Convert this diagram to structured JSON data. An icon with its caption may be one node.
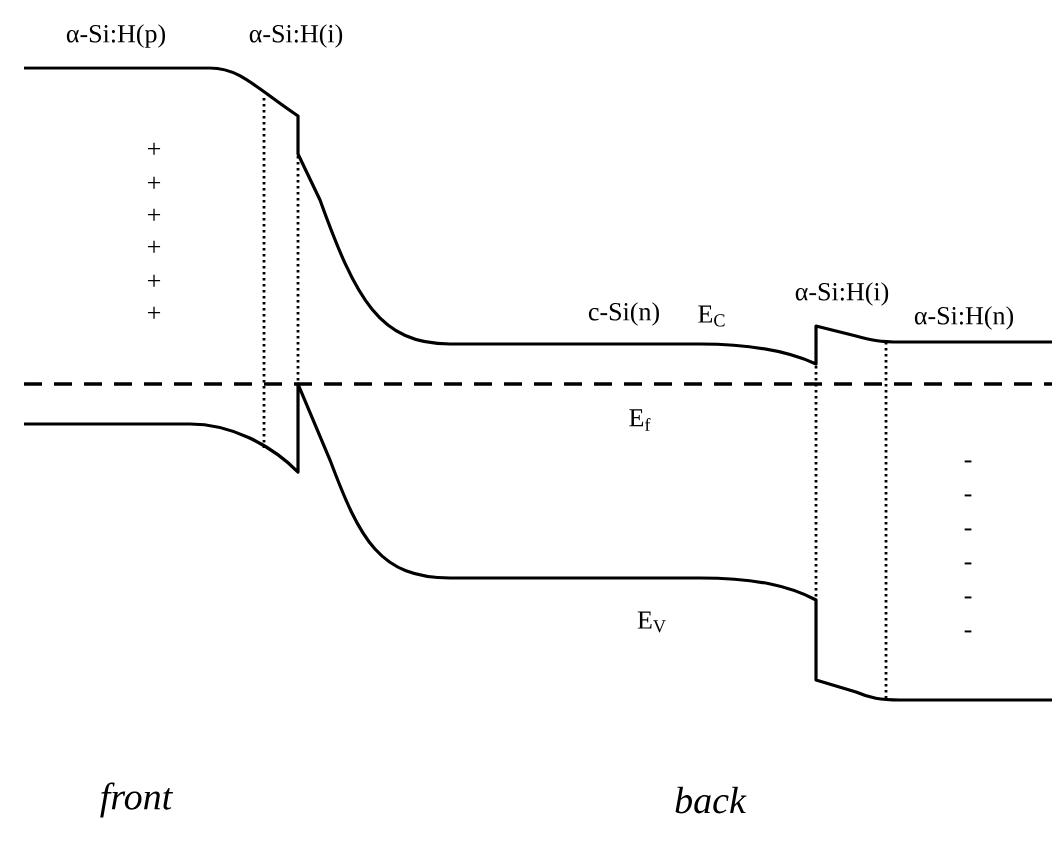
{
  "diagram": {
    "labels": [
      "α-Si:H(p)",
      "α-Si:H(i)",
      "+",
      "+",
      "+",
      "+",
      "+",
      "+",
      "c-Si(n)",
      "E$_{C}$",
      "α-Si:H(i)",
      "α-Si:H(n)",
      "E$_{f}$",
      "-",
      "-",
      "-",
      "-",
      "-",
      "-",
      "E$_{V}$",
      "front",
      "back"
    ]
  }
}
